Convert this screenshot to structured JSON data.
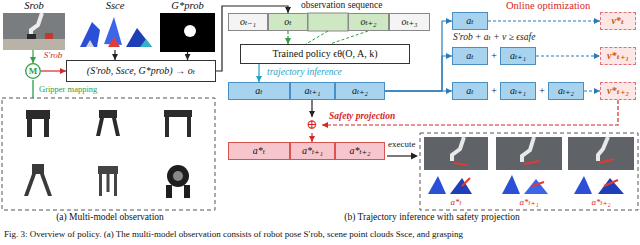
{
  "diagram": {
    "caption": "Fig. 3: Overview of policy. (a) The multi-model observation consists of robot pose S′rob, scene point clouds Ssce, and grasping",
    "nodes": [
      {
        "text": [
          "Srob"
        ]
      },
      {
        "text": [
          "Ssce"
        ]
      },
      {
        "text": [
          "G*prob"
        ]
      },
      {
        "text": [
          "M"
        ]
      },
      {
        "text": [
          "(S′rob, Ssce, G*prob) → oₜ"
        ]
      },
      {
        "text": [
          "oₜ₋₁"
        ]
      },
      {
        "text": [
          "oₜ"
        ]
      },
      {
        "text": [
          "oₜ₊₂"
        ]
      },
      {
        "text": [
          "oₜ₊₃"
        ]
      },
      {
        "text": [
          "Trained policy ϵθ(O, A, k)"
        ]
      },
      {
        "text": [
          "aₜ"
        ]
      },
      {
        "text": [
          "aₜ₊₁"
        ]
      },
      {
        "text": [
          "aₜ₊₂"
        ]
      },
      {
        "text": [
          "aₜ"
        ]
      },
      {
        "text": [
          "ν*ₜ"
        ]
      },
      {
        "text": [
          "aₜ"
        ]
      },
      {
        "text": [
          "aₜ₊₁"
        ]
      },
      {
        "text": [
          "ν*ₜ₊₁"
        ]
      },
      {
        "text": [
          "aₜ"
        ]
      },
      {
        "text": [
          "aₜ₊₁"
        ]
      },
      {
        "text": [
          "aₜ₊₂"
        ]
      },
      {
        "text": [
          "ν*ₜ₊₂"
        ]
      },
      {
        "text": [
          "⊕"
        ]
      },
      {
        "text": [
          "a*ₜ"
        ]
      },
      {
        "text": [
          "a*ₜ₊₁"
        ]
      },
      {
        "text": [
          "a*ₜ₊₂"
        ]
      }
    ],
    "edges": [
      {
        "from": 0,
        "to": 3,
        "arrow": "to"
      },
      {
        "from": 3,
        "to": 4,
        "label": "S′rob",
        "arrow": "to"
      },
      {
        "from": 1,
        "to": 4,
        "arrow": "to"
      },
      {
        "from": 2,
        "to": 4,
        "arrow": "to"
      },
      {
        "from": 4,
        "to": 6,
        "arrow": "to"
      },
      {
        "from": 6,
        "to": 9,
        "arrow": "to"
      },
      {
        "from": 9,
        "to": 10,
        "label": "trajectory inference",
        "arrow": "to"
      },
      {
        "from": 12,
        "to": 13,
        "arrow": "to"
      },
      {
        "from": 12,
        "to": 15,
        "arrow": "to"
      },
      {
        "from": 12,
        "to": 18,
        "arrow": "to"
      },
      {
        "from": 13,
        "to": 14,
        "arrow": "to"
      },
      {
        "from": 16,
        "to": 17,
        "arrow": "to"
      },
      {
        "from": 20,
        "to": 21,
        "arrow": "to"
      },
      {
        "from": 11,
        "to": 22,
        "arrow": "to"
      },
      {
        "from": 21,
        "to": 22,
        "label": "Safety projection",
        "arrow": "to"
      },
      {
        "from": 22,
        "to": 24,
        "arrow": "to"
      }
    ],
    "labels": [
      "observation sequence",
      "Online optimization",
      "Gripper mapping",
      "+",
      "+",
      "+",
      "S′rob + aₜ + ν ≥ ϵsafe",
      "execute",
      "a*ₜ",
      "a*ₜ₊₁",
      "a*ₜ₊₂",
      "(a) Multi-model observation",
      "(b) Trajectory inference with safety projection"
    ]
  }
}
